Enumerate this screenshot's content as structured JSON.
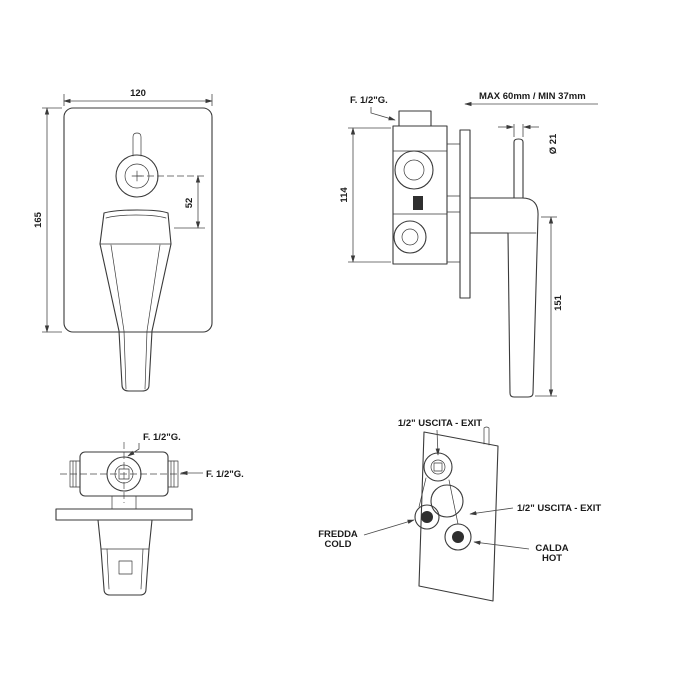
{
  "palette": {
    "background": "#ffffff",
    "line": "#3a3a3a",
    "dimension_line": "#4a4a4a",
    "dark_fill": "#2f2f2f"
  },
  "views": {
    "front": {
      "dim_width": "120",
      "dim_height": "165",
      "dim_handle_offset": "52"
    },
    "side": {
      "label_inlet": "F. 1/2\"G.",
      "label_depth": "MAX 60mm / MIN 37mm",
      "dim_pin_diameter": "Ø 21",
      "dim_body_height": "114",
      "dim_handle_length": "151"
    },
    "top": {
      "label_inlet_top": "F. 1/2\"G.",
      "label_inlet_side": "F. 1/2\"G."
    },
    "back": {
      "label_outlet_top": "1/2\" USCITA - EXIT",
      "label_outlet_side": "1/2\" USCITA - EXIT",
      "label_cold_line1": "FREDDA",
      "label_cold_line2": "COLD",
      "label_hot_line1": "CALDA",
      "label_hot_line2": "HOT"
    }
  }
}
